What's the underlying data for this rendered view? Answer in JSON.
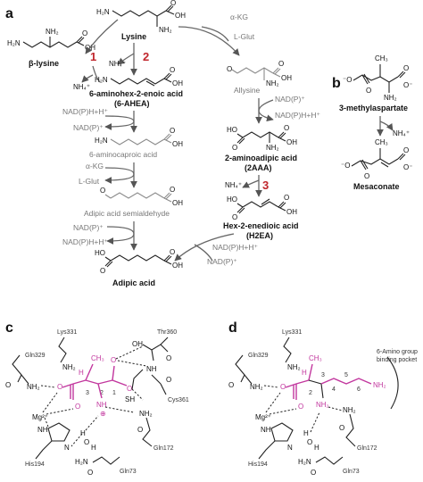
{
  "panels": {
    "a": "a",
    "b": "b",
    "c": "c",
    "d": "d"
  },
  "steps": {
    "s1": "1",
    "s2": "2",
    "s3": "3"
  },
  "compounds": {
    "lysine": "Lysine",
    "beta_lysine": "β-lysine",
    "ahea_name": "6-aminohex-2-enoic acid",
    "ahea_abbr": "(6-AHEA)",
    "allysine": "Allysine",
    "aminocaproic": "6-aminocaproic acid",
    "adipic_semialdehyde": "Adipic acid semialdehyde",
    "aaa_name": "2-aminoadipic acid",
    "aaa_abbr": "(2AAA)",
    "h2ea_name": "Hex-2-enedioic acid",
    "h2ea_abbr": "(H2EA)",
    "adipic": "Adipic acid",
    "methylaspartate": "3-methylaspartate",
    "mesaconate": "Mesaconate"
  },
  "cofactors": {
    "akg": "α-KG",
    "lglut": "L-Glut",
    "nadp": "NAD(P)⁺",
    "nadph": "NAD(P)H+H⁺",
    "nh4": "NH₄⁺"
  },
  "active_site": {
    "lys331": "Lys331",
    "gln329": "Gln329",
    "thr360": "Thr360",
    "cys361": "Cys361",
    "gln172": "Gln172",
    "his194": "His194",
    "gln73": "Gln73",
    "mg": "Mg²⁺",
    "pocket": [
      "6-Amino group",
      "binding pocket"
    ]
  },
  "colors": {
    "highlight": "#c2379e",
    "step_red": "#c0262c",
    "pathway_grey": "#8a8a8a"
  }
}
